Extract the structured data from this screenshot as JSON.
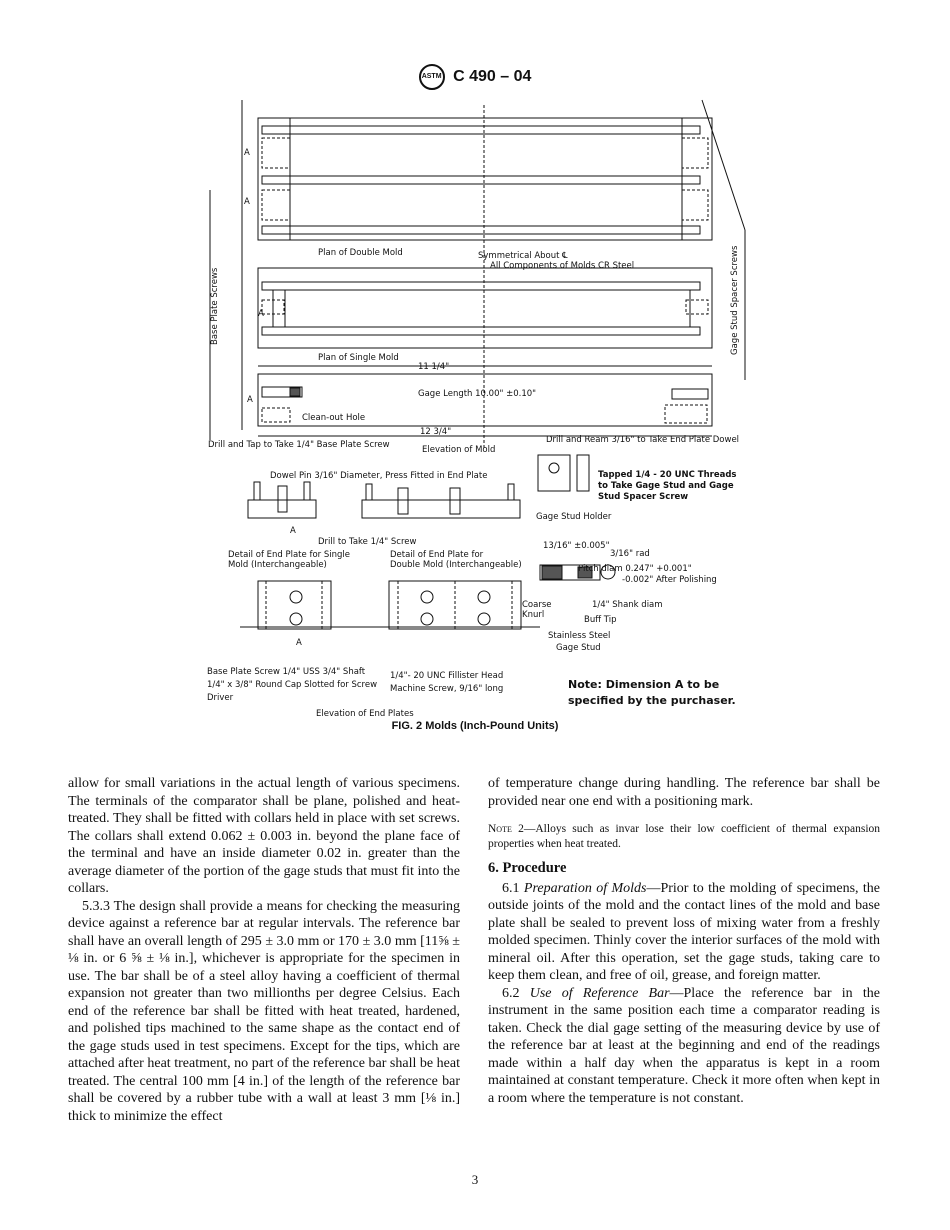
{
  "header": {
    "logo_text": "ASTM",
    "designation": "C 490 – 04"
  },
  "figure": {
    "caption": "FIG. 2 Molds (Inch-Pound Units)",
    "labels": {
      "plan_double": "Plan of Double Mold",
      "symmetrical": "Symmetrical About ℄",
      "components": "All Components of Molds CR Steel",
      "plan_single": "Plan of Single Mold",
      "base_plate_screws": "Base Plate Screws",
      "gage_stud_spacer_screws": "Gage Stud Spacer Screws",
      "gage_length": "Gage Length 10.00\" ±0.10\"",
      "clean_out": "Clean-out Hole",
      "drill_tap": "Drill and Tap to Take 1/4\" Base Plate Screw",
      "elevation_mold": "Elevation of Mold",
      "dim_11": "11 1/4\"",
      "dim_12": "12 3/4\"",
      "drill_ream": "Drill and Ream 3/16\" to Take End Plate Dowel",
      "tapped_1": "Tapped 1/4 - 20 UNC Threads",
      "tapped_2": "to Take Gage Stud and Gage",
      "tapped_3": "Stud Spacer Screw",
      "gage_stud_holder": "Gage Stud Holder",
      "dowel_pin": "Dowel Pin 3/16\" Diameter, Press Fitted in End Plate",
      "drill_screw": "Drill to Take 1/4\" Screw",
      "detail_single_1": "Detail of End Plate for Single",
      "detail_single_2": "Mold (Interchangeable)",
      "detail_double_1": "Detail of End Plate for",
      "detail_double_2": "Double Mold (Interchangeable)",
      "stud_dim": "13/16\" ±0.005\"",
      "rad": "3/16\" rad",
      "pitch_1": "Pitch diam 0.247\" +0.001\"",
      "pitch_2": "-0.002\" After Polishing",
      "coarse_1": "Coarse",
      "coarse_2": "Knurl",
      "shank": "1/4\" Shank diam",
      "buff": "Buff Tip",
      "stainless_1": "Stainless Steel",
      "stainless_2": "Gage Stud",
      "base_screw_1": "Base Plate Screw 1/4\" USS 3/4\" Shaft",
      "base_screw_2": "1/4\" x 3/8\" Round Cap Slotted for Screw",
      "base_screw_3": "Driver",
      "fillister_1": "1/4\"- 20 UNC Fillister Head",
      "fillister_2": "Machine Screw, 9/16\" long",
      "note_1": "Note: Dimension A to be",
      "note_2": "specified by the purchaser.",
      "elevation_end": "Elevation of End Plates",
      "dim_a": "A"
    }
  },
  "body": {
    "left": {
      "p1": "allow for small variations in the actual length of various specimens. The terminals of the comparator shall be plane, polished and heat-treated. They shall be fitted with collars held in place with set screws. The collars shall extend 0.062 ± 0.003 in. beyond the plane face of the terminal and have an inside diameter 0.02 in. greater than the average diameter of the portion of the gage studs that must fit into the collars.",
      "p2": "5.3.3 The design shall provide a means for checking the measuring device against a reference bar at regular intervals. The reference bar shall have an overall length of 295 ± 3.0 mm or 170 ± 3.0 mm [11⅝ ± ⅛ in. or 6 ⅝ ± ⅛ in.], whichever is appropriate for the specimen in use. The bar shall be of a steel alloy having a coefficient of thermal expansion not greater than two millionths per degree Celsius. Each end of the reference bar shall be fitted with heat treated, hardened, and polished tips machined to the same shape as the contact end of the gage studs used in test specimens. Except for the tips, which are attached after heat treatment, no part of the reference bar shall be heat treated. The central 100 mm [4 in.] of the length of the reference bar shall be covered by a rubber tube with a wall at least 3 mm [⅛ in.] thick to minimize the effect"
    },
    "right": {
      "p1": "of temperature change during handling. The reference bar shall be provided near one end with a positioning mark.",
      "note_label": "Note 2",
      "note_text": "—Alloys such as invar lose their low coefficient of thermal expansion properties when heat treated.",
      "section": "6. Procedure",
      "p61_num": "6.1 ",
      "p61_title": "Preparation of Molds",
      "p61_text": "—Prior to the molding of specimens, the outside joints of the mold and the contact lines of the mold and base plate shall be sealed to prevent loss of mixing water from a freshly molded specimen. Thinly cover the interior surfaces of the mold with mineral oil. After this operation, set the gage studs, taking care to keep them clean, and free of oil, grease, and foreign matter.",
      "p62_num": "6.2 ",
      "p62_title": "Use of Reference Bar",
      "p62_text": "—Place the reference bar in the instrument in the same position each time a comparator reading is taken. Check the dial gage setting of the measuring device by use of the reference bar at least at the beginning and end of the readings made within a half day when the apparatus is kept in a room maintained at constant temperature. Check it more often when kept in a room where the temperature is not constant."
    }
  },
  "page_number": "3"
}
